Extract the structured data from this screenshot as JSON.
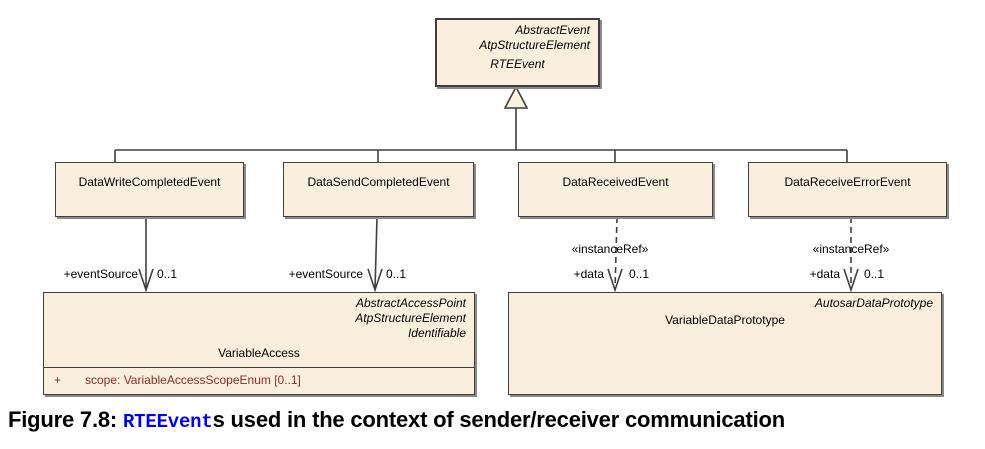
{
  "colors": {
    "box_fill": "#FAEFDC",
    "box_border": "#3F3F3F",
    "connector_line": "#3F3F3F",
    "attribute_text": "#8F2A26",
    "caption_code_blue": "#0000FF"
  },
  "classes": {
    "rte_event": {
      "parents": [
        "AbstractEvent",
        "AtpStructureElement"
      ],
      "name": "RTEEvent"
    },
    "data_write_completed_event": {
      "name": "DataWriteCompletedEvent"
    },
    "data_send_completed_event": {
      "name": "DataSendCompletedEvent"
    },
    "data_received_event": {
      "name": "DataReceivedEvent"
    },
    "data_receive_error_event": {
      "name": "DataReceiveErrorEvent"
    },
    "variable_access": {
      "parents": [
        "AbstractAccessPoint",
        "AtpStructureElement",
        "Identifiable"
      ],
      "name": "VariableAccess",
      "attributes": [
        {
          "visibility": "+",
          "text": "scope: VariableAccessScopeEnum [0..1]"
        }
      ]
    },
    "variable_data_prototype": {
      "parents": [
        "AutosarDataPrototype"
      ],
      "name": "VariableDataPrototype"
    }
  },
  "associations": {
    "event_source_1": {
      "role": "+eventSource",
      "multiplicity": "0..1"
    },
    "event_source_2": {
      "role": "+eventSource",
      "multiplicity": "0..1"
    },
    "instance_ref_1": {
      "stereotype": "«instanceRef»",
      "role": "+data",
      "multiplicity": "0..1"
    },
    "instance_ref_2": {
      "stereotype": "«instanceRef»",
      "role": "+data",
      "multiplicity": "0..1"
    }
  },
  "caption": {
    "prefix": "Figure 7.8: ",
    "code": "RTEEvent",
    "suffix": "s used in the context of sender/receiver communication"
  }
}
